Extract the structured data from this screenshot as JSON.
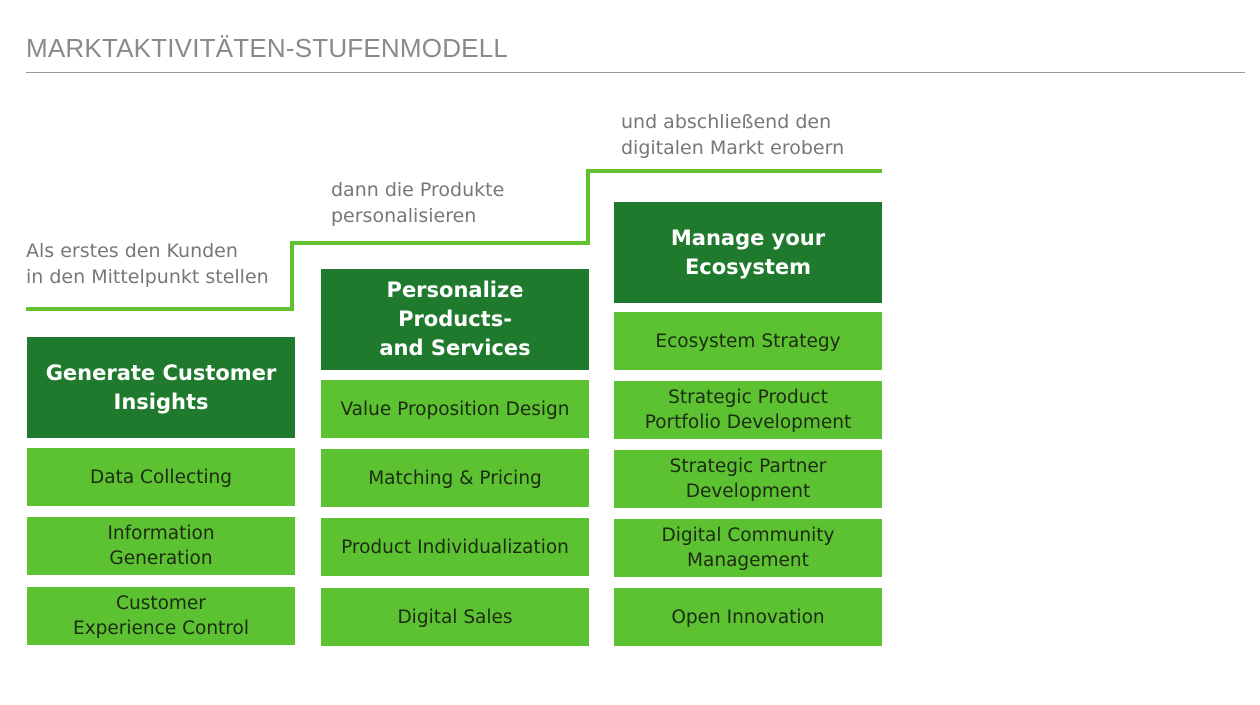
{
  "page": {
    "title": "MARKTAKTIVITÄTEN-STUFENMODELL"
  },
  "colors": {
    "header_green": "#1f7a2e",
    "item_green": "#5cc232",
    "line_green": "#62c12e",
    "caption_gray": "#777777"
  },
  "steps": [
    {
      "caption": "Als erstes den Kunden\nin den Mittelpunkt stellen",
      "header": "Generate Customer\nInsights",
      "items": [
        "Data Collecting",
        "Information\nGeneration",
        "Customer\nExperience Control"
      ]
    },
    {
      "caption": "dann die Produkte\npersonalisieren",
      "header": "Personalize Products-\nand Services",
      "items": [
        "Value Proposition Design",
        "Matching & Pricing",
        "Product Individualization",
        "Digital Sales"
      ]
    },
    {
      "caption": "und abschließend den\ndigitalen Markt erobern",
      "header": "Manage your\nEcosystem",
      "items": [
        "Ecosystem Strategy",
        "Strategic Product\nPortfolio Development",
        "Strategic Partner\nDevelopment",
        "Digital Community\nManagement",
        "Open Innovation"
      ]
    }
  ]
}
